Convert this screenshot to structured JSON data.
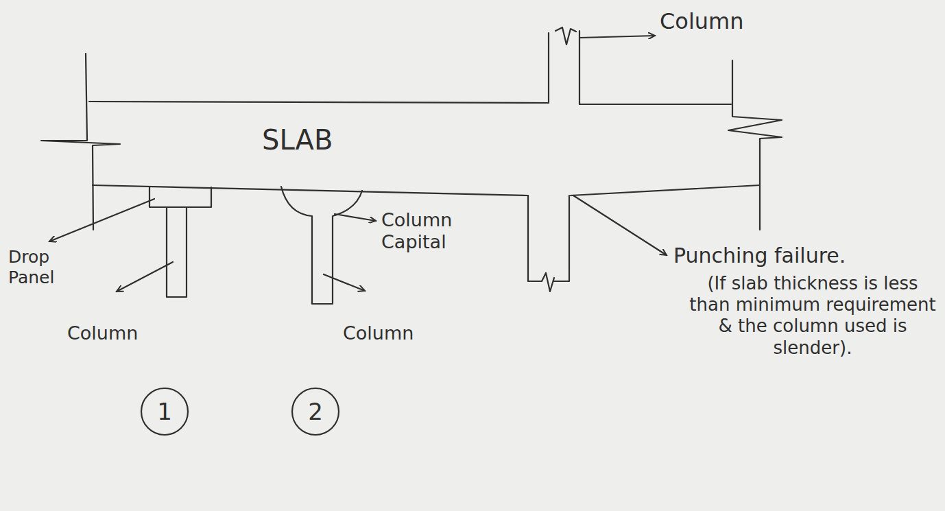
{
  "diagram": {
    "nodes": [
      {
        "text": [
          "1"
        ]
      },
      {
        "text": [
          "2"
        ]
      }
    ],
    "labels": [
      "Column",
      "SLAB",
      "Drop Panel",
      "Column Capital",
      "Column",
      "Column",
      "Punching failure.",
      "(If slab thickness is less than minimum requirement & the column used is slender)."
    ]
  }
}
